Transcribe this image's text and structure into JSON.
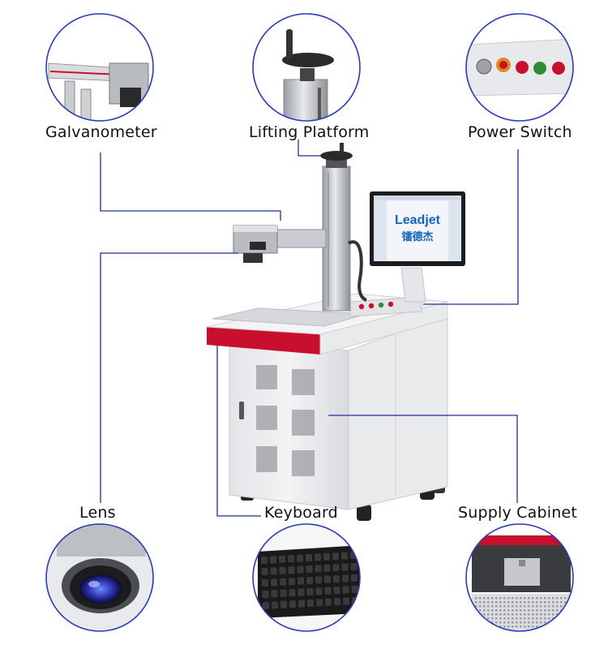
{
  "labels": {
    "galvanometer": "Galvanometer",
    "lifting_platform": "Lifting Platform",
    "power_switch": "Power Switch",
    "lens": "Lens",
    "keyboard": "Keyboard",
    "supply_cabinet": "Supply Cabinet"
  },
  "screen": {
    "brand": "Leadjet",
    "brand_cn": "镭德杰"
  },
  "colors": {
    "callout_line": "#1f2f9a",
    "circle_border": "#2a3bb5",
    "accent_red": "#c8102e",
    "cabinet": "#eeeef0",
    "brand_blue": "#1565c0"
  }
}
